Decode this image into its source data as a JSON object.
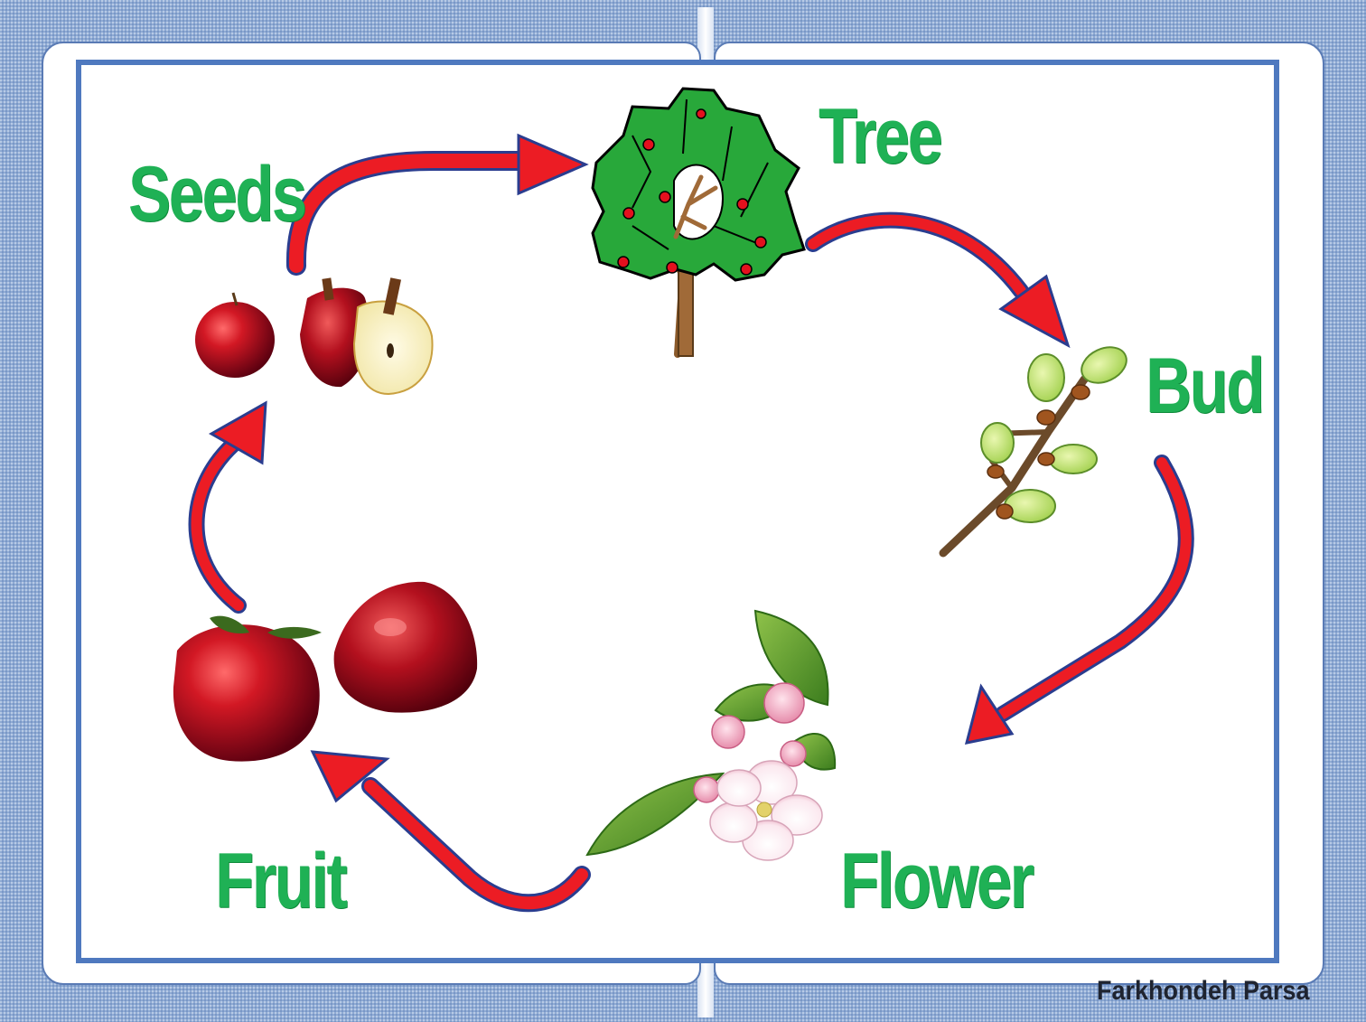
{
  "diagram": {
    "stages": {
      "seeds": "Seeds",
      "tree": "Tree",
      "bud": "Bud",
      "flower": "Flower",
      "fruit": "Fruit"
    },
    "credit": "Farkhondeh Parsa"
  },
  "colors": {
    "label_green": "#1fb155",
    "arrow_red": "#ec1c24",
    "arrow_outline": "#2a3d8f",
    "frame_blue": "#4f79bf"
  },
  "icons": [
    "apple-tree-icon",
    "bud-branch-icon",
    "apple-blossom-icon",
    "red-apples-icon",
    "sliced-apple-icon"
  ]
}
